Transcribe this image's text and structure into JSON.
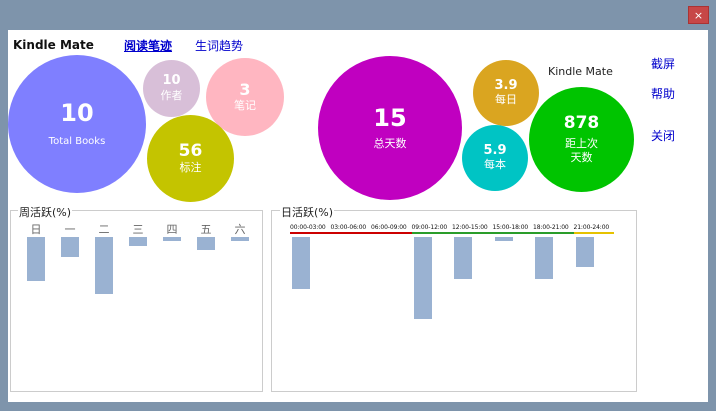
{
  "window": {
    "close_glyph": "×"
  },
  "header": {
    "app_title": "Kindle Mate",
    "nav": [
      "阅读笔迹",
      "生词趋势"
    ]
  },
  "side_menu": {
    "brand": "Kindle Mate",
    "screenshot": "截屏",
    "help": "帮助",
    "close": "关闭"
  },
  "stats": {
    "books": {
      "value": "10",
      "label": "Total Books"
    },
    "authors": {
      "value": "10",
      "label": "作者"
    },
    "notes": {
      "value": "3",
      "label": "笔记"
    },
    "highlights": {
      "value": "56",
      "label": "标注"
    },
    "total_days": {
      "value": "15",
      "label": "总天数"
    },
    "daily": {
      "value": "3.9",
      "label": "每日"
    },
    "per_book": {
      "value": "5.9",
      "label": "每本"
    },
    "since_last": {
      "value": "878",
      "label_line1": "距上次",
      "label_line2": "天数"
    }
  },
  "colors": {
    "books": "#7f7fff",
    "authors": "#d8bfd8",
    "notes": "#ffb6c1",
    "highlights": "#c4c400",
    "total_days": "#c000c0",
    "daily": "#daa520",
    "per_book": "#00c4c4",
    "since_last": "#00c400",
    "bar": "#9ab2d2"
  },
  "weekly": {
    "title": "周活跃(%)",
    "days": [
      "日",
      "一",
      "二",
      "三",
      "四",
      "五",
      "六"
    ],
    "values": [
      20,
      9,
      26,
      4,
      2,
      6,
      2
    ]
  },
  "daily_activity": {
    "title": "日活跃(%)",
    "slots": [
      "00:00-03:00",
      "03:00-06:00",
      "06:00-09:00",
      "09:00-12:00",
      "12:00-15:00",
      "15:00-18:00",
      "18:00-21:00",
      "21:00-24:00"
    ],
    "slot_colors": [
      "#cc0000",
      "#cc0000",
      "#cc0000",
      "#2a9d2a",
      "#2a9d2a",
      "#2a9d2a",
      "#2a9d2a",
      "#e6c200"
    ],
    "values": [
      26,
      0,
      0,
      41,
      21,
      2,
      21,
      15
    ]
  }
}
